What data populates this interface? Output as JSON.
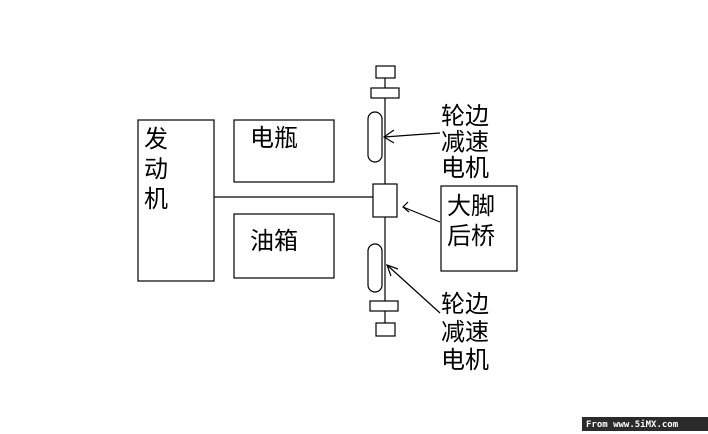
{
  "diagram": {
    "engine": [
      "发",
      "动",
      "机"
    ],
    "battery": "电瓶",
    "fuel_tank": "油箱",
    "rear_axle": [
      "大脚",
      "后桥"
    ],
    "wheel_motor_top": [
      "轮边",
      "减速",
      "电机"
    ],
    "wheel_motor_bottom": [
      "轮边",
      "减速",
      "电机"
    ]
  },
  "watermark": "From www.5iMX.com"
}
